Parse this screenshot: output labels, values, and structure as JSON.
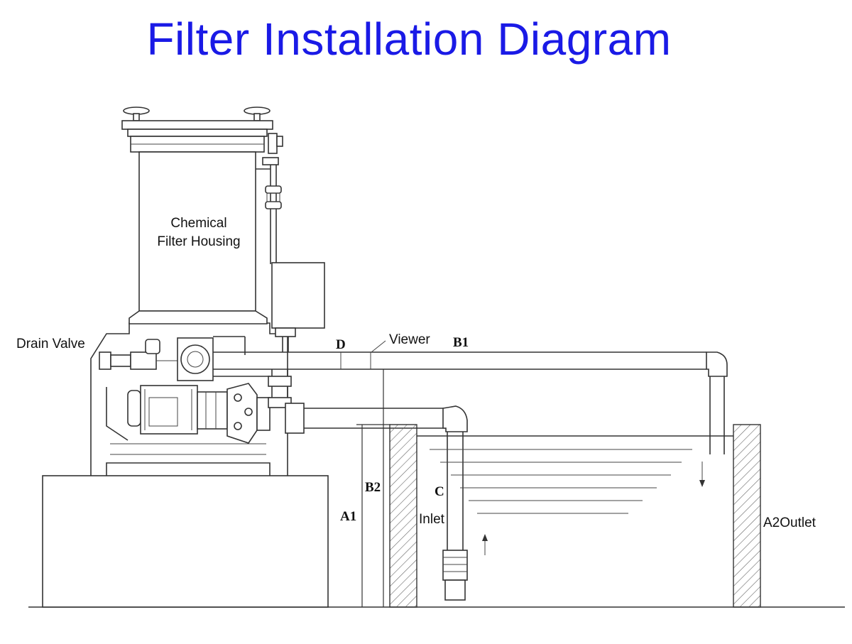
{
  "title": "Filter Installation Diagram",
  "labels": {
    "housing_line1": "Chemical",
    "housing_line2": "Filter Housing",
    "drain_valve": "Drain Valve",
    "viewer": "Viewer",
    "d": "D",
    "b1": "B1",
    "b2": "B2",
    "a1": "A1",
    "c": "C",
    "inlet": "Inlet",
    "a2_outlet": "A2Outlet"
  },
  "colors": {
    "title": "#1a1ae6",
    "line": "#333333"
  }
}
